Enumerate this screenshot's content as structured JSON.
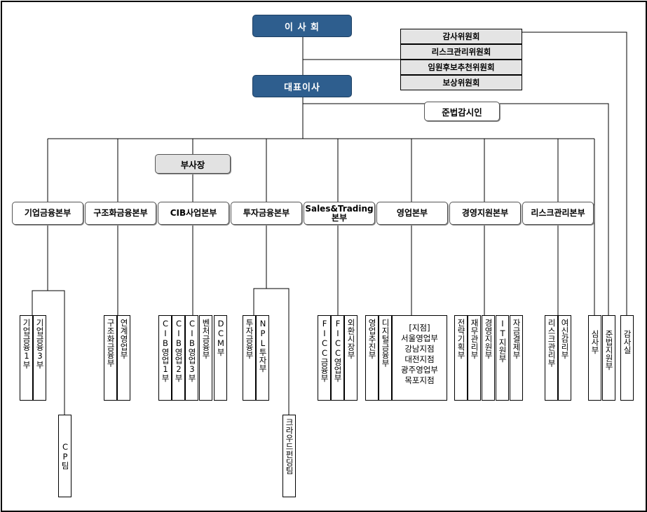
{
  "board": "이 사 회",
  "ceo": "대표이사",
  "committees": [
    "감사위원회",
    "리스크관리위원회",
    "임원후보추천위원회",
    "보상위원회"
  ],
  "compliance": "준법감시인",
  "vice_president": "부사장",
  "divisions": [
    {
      "id": "corp",
      "label": "기업금융본부",
      "depts": [
        "기업금융1부",
        "기업금융3부"
      ],
      "sub": "CP팀"
    },
    {
      "id": "struct",
      "label": "구조화금융본부",
      "depts": [
        "구조화금융부",
        "연계영업부"
      ]
    },
    {
      "id": "cib",
      "label": "CIB사업본부",
      "depts": [
        "CIB영업1부",
        "CIB영업2부",
        "CIB영업3부",
        "벤처금융부",
        "DCM부"
      ]
    },
    {
      "id": "invest",
      "label": "투자금융본부",
      "depts": [
        "투자금융부",
        "NPL투자부"
      ],
      "sub": "크라우드펀딩팀"
    },
    {
      "id": "sales",
      "label": "Sales&Trading 본부",
      "depts": [
        "FICC금융부",
        "FICC영업부",
        "외환시장부"
      ]
    },
    {
      "id": "biz",
      "label": "영업본부",
      "depts": [
        "영업추진부",
        "디지털금융부"
      ],
      "branches": [
        "[지점]",
        "서울영업부",
        "강남지점",
        "대전지점",
        "광주영업부",
        "목포지점"
      ]
    },
    {
      "id": "mgmt",
      "label": "경영지원본부",
      "depts": [
        "전략기획부",
        "재무관리부",
        "경영지원부",
        "IT지원부",
        "자금결제부"
      ]
    },
    {
      "id": "risk",
      "label": "리스크관리본부",
      "depts": [
        "리스크관리부",
        "여신감리부"
      ]
    }
  ],
  "independent_depts": [
    "심사부",
    "준법지원부",
    "감사실"
  ]
}
